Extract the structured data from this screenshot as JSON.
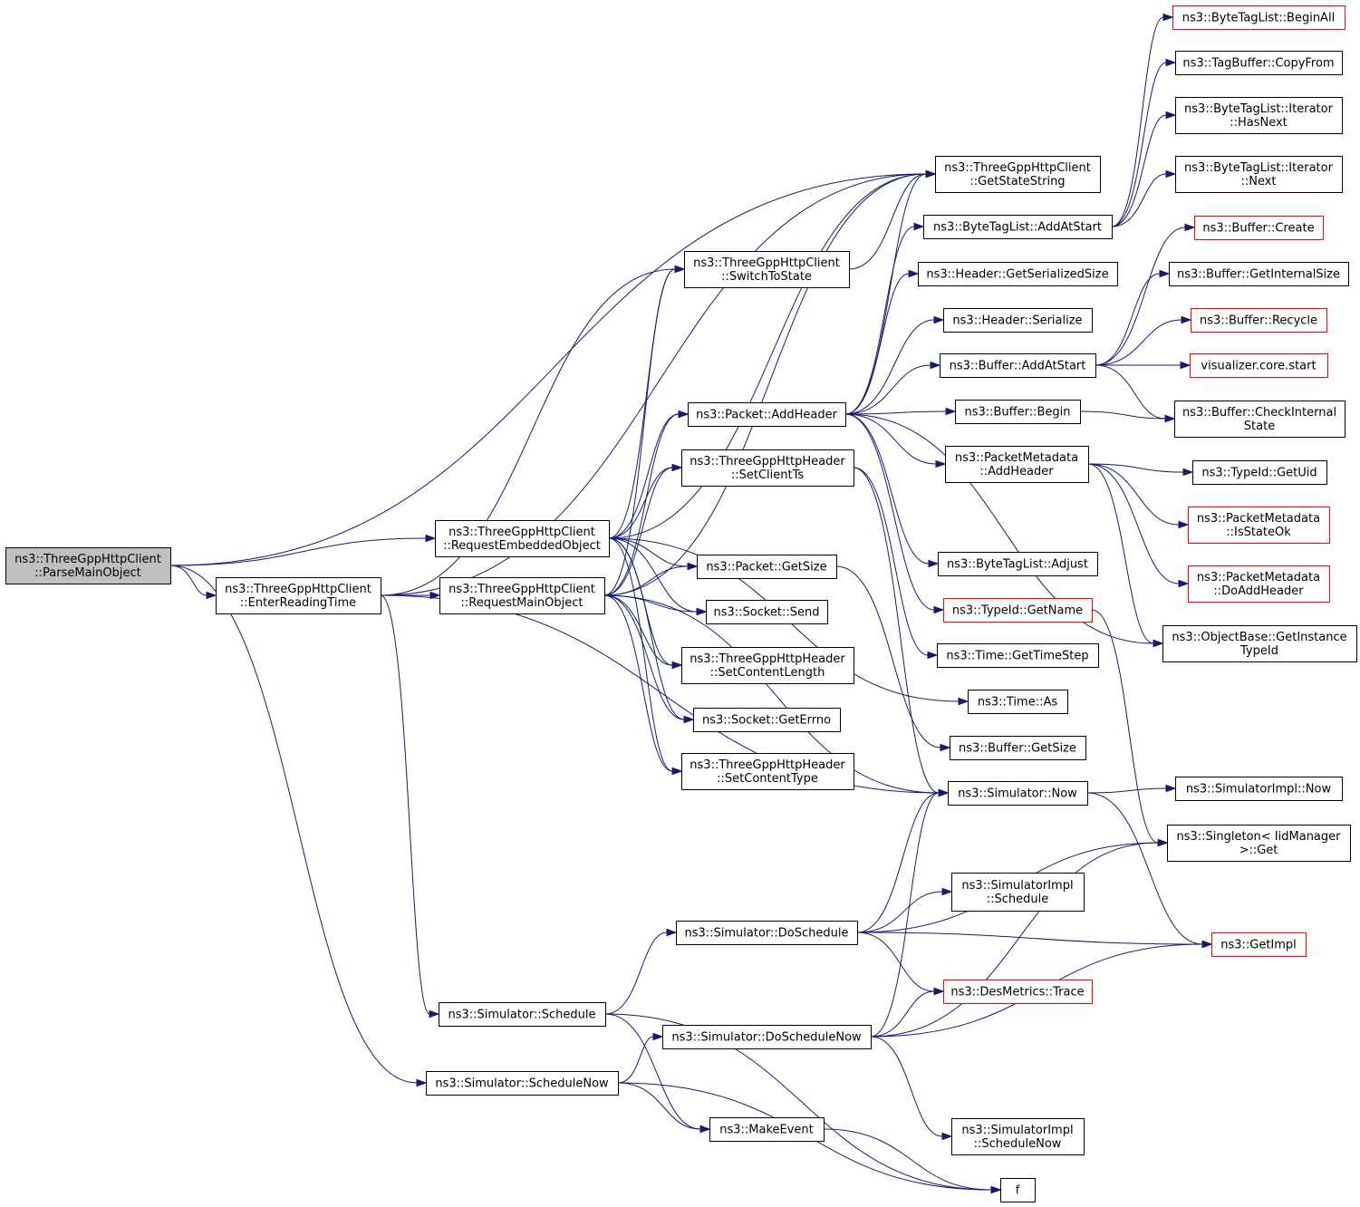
{
  "colors": {
    "edge": "#191970",
    "node_border": "#000000",
    "node_border_truncated": "#ff0000",
    "root_fill": "#bfbfbf",
    "node_fill": "#ffffff"
  },
  "nodes": [
    {
      "id": "parse_main",
      "lines": [
        "ns3::ThreeGppHttpClient",
        "::ParseMainObject"
      ],
      "root": true
    },
    {
      "id": "enter_reading",
      "lines": [
        "ns3::ThreeGppHttpClient",
        "::EnterReadingTime"
      ]
    },
    {
      "id": "req_embedded",
      "lines": [
        "ns3::ThreeGppHttpClient",
        "::RequestEmbeddedObject"
      ]
    },
    {
      "id": "req_main",
      "lines": [
        "ns3::ThreeGppHttpClient",
        "::RequestMainObject"
      ]
    },
    {
      "id": "sim_schedule",
      "lines": [
        "ns3::Simulator::Schedule"
      ]
    },
    {
      "id": "sim_schedule_now",
      "lines": [
        "ns3::Simulator::ScheduleNow"
      ]
    },
    {
      "id": "switch_state",
      "lines": [
        "ns3::ThreeGppHttpClient",
        "::SwitchToState"
      ]
    },
    {
      "id": "packet_add_header",
      "lines": [
        "ns3::Packet::AddHeader"
      ]
    },
    {
      "id": "set_client_ts",
      "lines": [
        "ns3::ThreeGppHttpHeader",
        "::SetClientTs"
      ]
    },
    {
      "id": "packet_get_size",
      "lines": [
        "ns3::Packet::GetSize"
      ]
    },
    {
      "id": "socket_send",
      "lines": [
        "ns3::Socket::Send"
      ]
    },
    {
      "id": "set_content_length",
      "lines": [
        "ns3::ThreeGppHttpHeader",
        "::SetContentLength"
      ]
    },
    {
      "id": "socket_errno",
      "lines": [
        "ns3::Socket::GetErrno"
      ]
    },
    {
      "id": "set_content_type",
      "lines": [
        "ns3::ThreeGppHttpHeader",
        "::SetContentType"
      ]
    },
    {
      "id": "sim_do_schedule",
      "lines": [
        "ns3::Simulator::DoSchedule"
      ]
    },
    {
      "id": "sim_do_schedule_now",
      "lines": [
        "ns3::Simulator::DoScheduleNow"
      ]
    },
    {
      "id": "make_event",
      "lines": [
        "ns3::MakeEvent"
      ]
    },
    {
      "id": "get_state_string",
      "lines": [
        "ns3::ThreeGppHttpClient",
        "::GetStateString"
      ]
    },
    {
      "id": "btl_add_at_start",
      "lines": [
        "ns3::ByteTagList::AddAtStart"
      ]
    },
    {
      "id": "header_ser_size",
      "lines": [
        "ns3::Header::GetSerializedSize"
      ]
    },
    {
      "id": "header_serialize",
      "lines": [
        "ns3::Header::Serialize"
      ]
    },
    {
      "id": "buffer_add_at_start",
      "lines": [
        "ns3::Buffer::AddAtStart"
      ]
    },
    {
      "id": "buffer_begin",
      "lines": [
        "ns3::Buffer::Begin"
      ]
    },
    {
      "id": "pm_add_header",
      "lines": [
        "ns3::PacketMetadata",
        "::AddHeader"
      ]
    },
    {
      "id": "btl_adjust",
      "lines": [
        "ns3::ByteTagList::Adjust"
      ]
    },
    {
      "id": "typeid_get_name",
      "lines": [
        "ns3::TypeId::GetName"
      ],
      "truncated": true
    },
    {
      "id": "time_get_step",
      "lines": [
        "ns3::Time::GetTimeStep"
      ]
    },
    {
      "id": "time_as",
      "lines": [
        "ns3::Time::As"
      ]
    },
    {
      "id": "buffer_get_size",
      "lines": [
        "ns3::Buffer::GetSize"
      ]
    },
    {
      "id": "sim_now",
      "lines": [
        "ns3::Simulator::Now"
      ]
    },
    {
      "id": "simimpl_schedule",
      "lines": [
        "ns3::SimulatorImpl",
        "::Schedule"
      ]
    },
    {
      "id": "des_trace",
      "lines": [
        "ns3::DesMetrics::Trace"
      ],
      "truncated": true
    },
    {
      "id": "simimpl_schedule_now",
      "lines": [
        "ns3::SimulatorImpl",
        "::ScheduleNow"
      ]
    },
    {
      "id": "f",
      "lines": [
        "f"
      ]
    },
    {
      "id": "btl_begin_all",
      "lines": [
        "ns3::ByteTagList::BeginAll"
      ],
      "truncated": true
    },
    {
      "id": "tagbuffer_copy",
      "lines": [
        "ns3::TagBuffer::CopyFrom"
      ]
    },
    {
      "id": "btl_iter_hasnext",
      "lines": [
        "ns3::ByteTagList::Iterator",
        "::HasNext"
      ]
    },
    {
      "id": "btl_iter_next",
      "lines": [
        "ns3::ByteTagList::Iterator",
        "::Next"
      ]
    },
    {
      "id": "buffer_create",
      "lines": [
        "ns3::Buffer::Create"
      ],
      "truncated": true
    },
    {
      "id": "buffer_internal_size",
      "lines": [
        "ns3::Buffer::GetInternalSize"
      ]
    },
    {
      "id": "buffer_recycle",
      "lines": [
        "ns3::Buffer::Recycle"
      ],
      "truncated": true
    },
    {
      "id": "vis_core_start",
      "lines": [
        "visualizer.core.start"
      ],
      "truncated": true
    },
    {
      "id": "buffer_check_state",
      "lines": [
        "ns3::Buffer::CheckInternal",
        "State"
      ]
    },
    {
      "id": "typeid_get_uid",
      "lines": [
        "ns3::TypeId::GetUid"
      ]
    },
    {
      "id": "pm_is_state_ok",
      "lines": [
        "ns3::PacketMetadata",
        "::IsStateOk"
      ],
      "truncated": true
    },
    {
      "id": "pm_do_add_header",
      "lines": [
        "ns3::PacketMetadata",
        "::DoAddHeader"
      ],
      "truncated": true
    },
    {
      "id": "objbase_get_typeid",
      "lines": [
        "ns3::ObjectBase::GetInstance",
        "TypeId"
      ]
    },
    {
      "id": "simimpl_now",
      "lines": [
        "ns3::SimulatorImpl::Now"
      ]
    },
    {
      "id": "singleton_get",
      "lines": [
        "ns3::Singleton< IidManager",
        " >::Get"
      ]
    },
    {
      "id": "get_impl",
      "lines": [
        "ns3::GetImpl"
      ],
      "truncated": true
    }
  ],
  "edges": [
    [
      "parse_main",
      "get_state_string"
    ],
    [
      "parse_main",
      "req_embedded"
    ],
    [
      "parse_main",
      "enter_reading"
    ],
    [
      "parse_main",
      "sim_schedule_now"
    ],
    [
      "enter_reading",
      "get_state_string"
    ],
    [
      "enter_reading",
      "switch_state"
    ],
    [
      "enter_reading",
      "req_main"
    ],
    [
      "enter_reading",
      "sim_now"
    ],
    [
      "enter_reading",
      "sim_schedule"
    ],
    [
      "req_embedded",
      "switch_state"
    ],
    [
      "req_embedded",
      "get_state_string"
    ],
    [
      "req_embedded",
      "packet_add_header"
    ],
    [
      "req_embedded",
      "set_client_ts"
    ],
    [
      "req_embedded",
      "packet_get_size"
    ],
    [
      "req_embedded",
      "socket_send"
    ],
    [
      "req_embedded",
      "set_content_length"
    ],
    [
      "req_embedded",
      "socket_errno"
    ],
    [
      "req_embedded",
      "set_content_type"
    ],
    [
      "req_embedded",
      "time_as"
    ],
    [
      "req_main",
      "switch_state"
    ],
    [
      "req_main",
      "get_state_string"
    ],
    [
      "req_main",
      "packet_add_header"
    ],
    [
      "req_main",
      "set_client_ts"
    ],
    [
      "req_main",
      "packet_get_size"
    ],
    [
      "req_main",
      "socket_send"
    ],
    [
      "req_main",
      "set_content_length"
    ],
    [
      "req_main",
      "socket_errno"
    ],
    [
      "req_main",
      "set_content_type"
    ],
    [
      "req_main",
      "sim_now"
    ],
    [
      "switch_state",
      "get_state_string"
    ],
    [
      "packet_add_header",
      "btl_add_at_start"
    ],
    [
      "packet_add_header",
      "header_ser_size"
    ],
    [
      "packet_add_header",
      "header_serialize"
    ],
    [
      "packet_add_header",
      "buffer_add_at_start"
    ],
    [
      "packet_add_header",
      "buffer_begin"
    ],
    [
      "packet_add_header",
      "pm_add_header"
    ],
    [
      "packet_add_header",
      "btl_adjust"
    ],
    [
      "packet_add_header",
      "typeid_get_name"
    ],
    [
      "packet_add_header",
      "objbase_get_typeid"
    ],
    [
      "packet_add_header",
      "get_state_string"
    ],
    [
      "set_client_ts",
      "time_get_step"
    ],
    [
      "set_client_ts",
      "sim_now"
    ],
    [
      "packet_get_size",
      "buffer_get_size"
    ],
    [
      "sim_schedule",
      "sim_do_schedule"
    ],
    [
      "sim_schedule",
      "make_event"
    ],
    [
      "sim_schedule",
      "f"
    ],
    [
      "sim_schedule_now",
      "sim_do_schedule_now"
    ],
    [
      "sim_schedule_now",
      "make_event"
    ],
    [
      "sim_schedule_now",
      "f"
    ],
    [
      "sim_do_schedule",
      "sim_now"
    ],
    [
      "sim_do_schedule",
      "singleton_get"
    ],
    [
      "sim_do_schedule",
      "simimpl_schedule"
    ],
    [
      "sim_do_schedule",
      "get_impl"
    ],
    [
      "sim_do_schedule",
      "des_trace"
    ],
    [
      "sim_do_schedule_now",
      "sim_now"
    ],
    [
      "sim_do_schedule_now",
      "des_trace"
    ],
    [
      "sim_do_schedule_now",
      "singleton_get"
    ],
    [
      "sim_do_schedule_now",
      "get_impl"
    ],
    [
      "sim_do_schedule_now",
      "simimpl_schedule_now"
    ],
    [
      "make_event",
      "f"
    ],
    [
      "btl_add_at_start",
      "btl_begin_all"
    ],
    [
      "btl_add_at_start",
      "tagbuffer_copy"
    ],
    [
      "btl_add_at_start",
      "btl_iter_hasnext"
    ],
    [
      "btl_add_at_start",
      "btl_iter_next"
    ],
    [
      "buffer_add_at_start",
      "buffer_create"
    ],
    [
      "buffer_add_at_start",
      "buffer_internal_size"
    ],
    [
      "buffer_add_at_start",
      "buffer_recycle"
    ],
    [
      "buffer_add_at_start",
      "vis_core_start"
    ],
    [
      "buffer_add_at_start",
      "buffer_check_state"
    ],
    [
      "buffer_begin",
      "buffer_check_state"
    ],
    [
      "pm_add_header",
      "typeid_get_uid"
    ],
    [
      "pm_add_header",
      "pm_is_state_ok"
    ],
    [
      "pm_add_header",
      "pm_do_add_header"
    ],
    [
      "pm_add_header",
      "objbase_get_typeid"
    ],
    [
      "typeid_get_name",
      "singleton_get"
    ],
    [
      "sim_now",
      "simimpl_now"
    ],
    [
      "sim_now",
      "get_impl"
    ]
  ]
}
